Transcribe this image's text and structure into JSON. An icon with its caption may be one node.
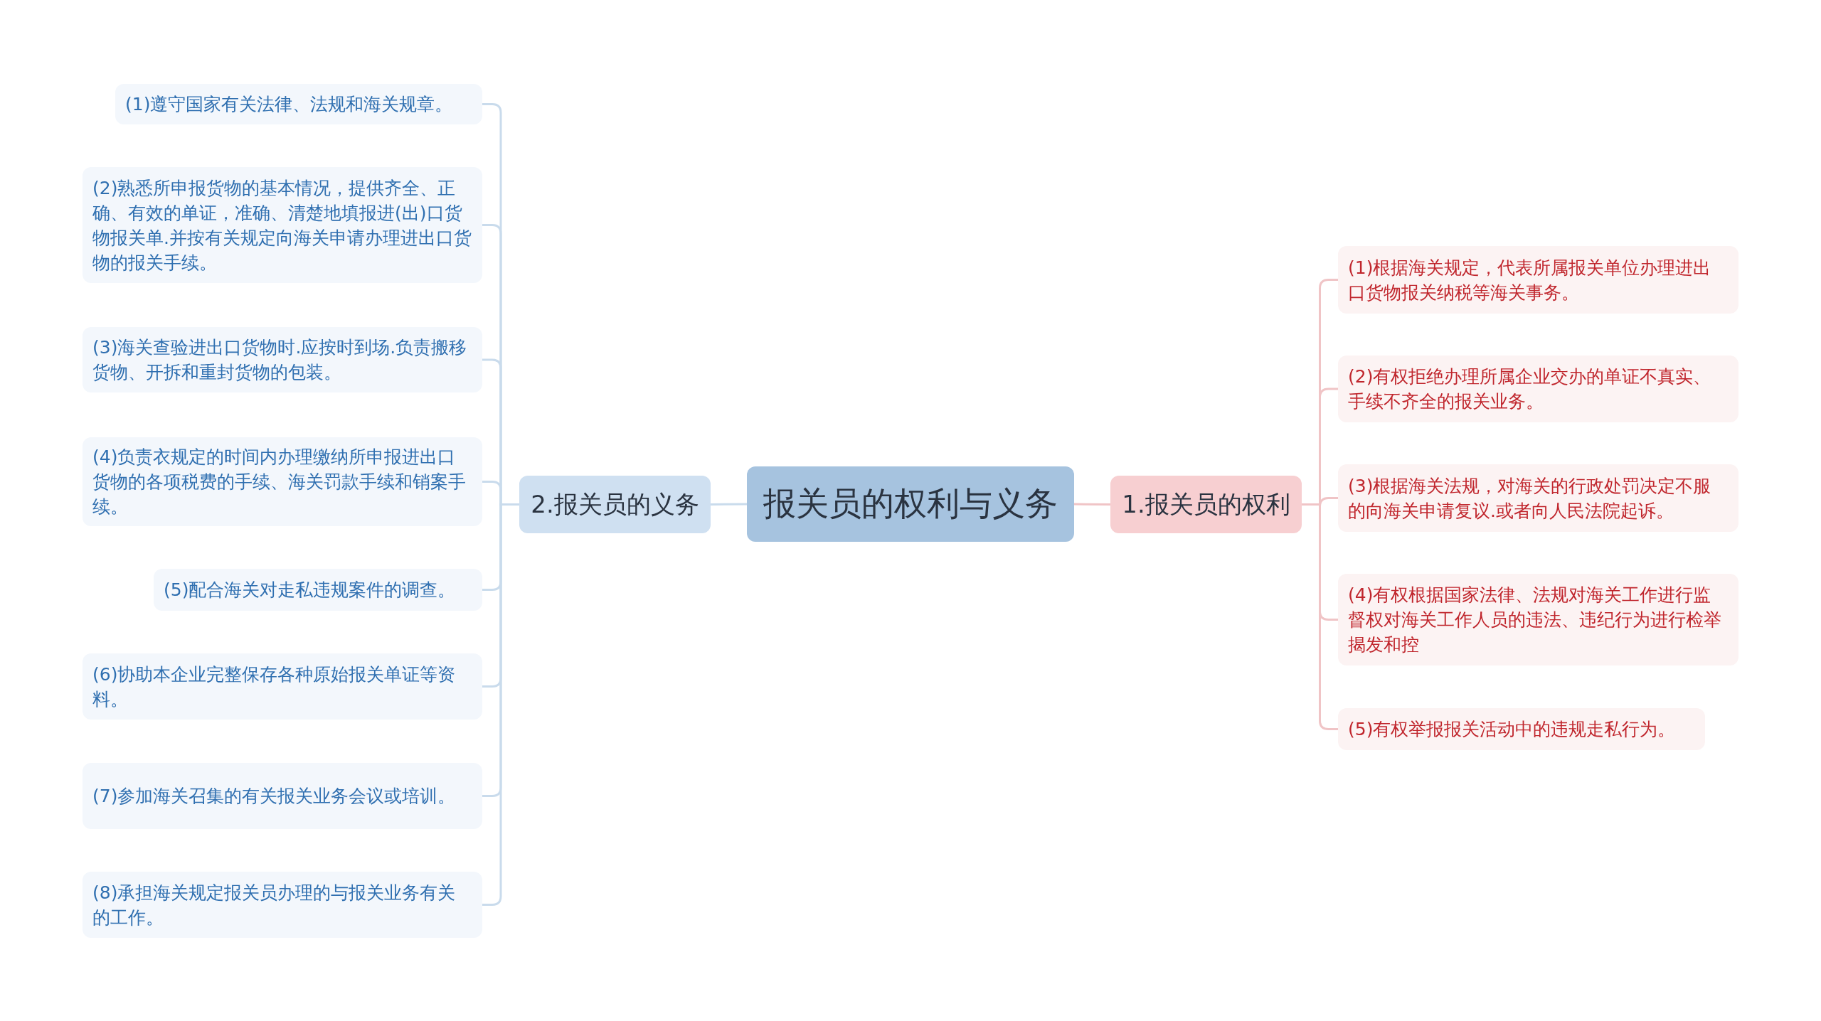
{
  "diagram": {
    "nodes": [
      {
        "text": [
          "报关员的权利与义务"
        ]
      },
      {
        "text": [
          "2.报关员的义务"
        ]
      },
      {
        "text": [
          "(1)遵守国家有关法律、法规和海关规章。"
        ]
      },
      {
        "text": [
          "(2)熟悉所申报货物的基本情况，提供齐全、正确、有效的单证，准确、清楚地填报进(出)口货物报关单.并按有关规定向海关申请办理进出口货物的报关手续。"
        ]
      },
      {
        "text": [
          "(3)海关查验进出口货物时.应按时到场.负责搬移货物、开拆和重封货物的包装。"
        ]
      },
      {
        "text": [
          "(4)负责衣规定的时间内办理缴纳所申报进出口货物的各项税费的手续、海关罚款手续和销案手续。"
        ]
      },
      {
        "text": [
          "(5)配合海关对走私违规案件的调查。"
        ]
      },
      {
        "text": [
          "(6)协助本企业完整保存各种原始报关单证等资料。"
        ]
      },
      {
        "text": [
          "(7)参加海关召集的有关报关业务会议或培训。"
        ]
      },
      {
        "text": [
          "(8)承担海关规定报关员办理的与报关业务有关的工作。"
        ]
      },
      {
        "text": [
          "1.报关员的权利"
        ]
      },
      {
        "text": [
          "(1)根据海关规定，代表所属报关单位办理进出口货物报关纳税等海关事务。"
        ]
      },
      {
        "text": [
          "(2)有权拒绝办理所属企业交办的单证不真实、手续不齐全的报关业务。"
        ]
      },
      {
        "text": [
          "(3)根据海关法规，对海关的行政处罚决定不服的向海关申请复议.或者向人民法院起诉。"
        ]
      },
      {
        "text": [
          "(4)有权根据国家法律、法规对海关工作进行监督权对海关工作人员的违法、违纪行为进行检举揭发和控"
        ]
      },
      {
        "text": [
          "(5)有权举报报关活动中的违规走私行为。"
        ]
      }
    ],
    "edges": [
      {
        "from": 0,
        "to": 1,
        "arrow": "none"
      },
      {
        "from": 1,
        "to": 2,
        "arrow": "none"
      },
      {
        "from": 1,
        "to": 3,
        "arrow": "none"
      },
      {
        "from": 1,
        "to": 4,
        "arrow": "none"
      },
      {
        "from": 1,
        "to": 5,
        "arrow": "none"
      },
      {
        "from": 1,
        "to": 6,
        "arrow": "none"
      },
      {
        "from": 1,
        "to": 7,
        "arrow": "none"
      },
      {
        "from": 1,
        "to": 8,
        "arrow": "none"
      },
      {
        "from": 1,
        "to": 9,
        "arrow": "none"
      },
      {
        "from": 0,
        "to": 10,
        "arrow": "none",
        "color": "#f0c4c6"
      },
      {
        "from": 10,
        "to": 11,
        "arrow": "none",
        "color": "#f0c4c6"
      },
      {
        "from": 10,
        "to": 12,
        "arrow": "none",
        "color": "#f0c4c6"
      },
      {
        "from": 10,
        "to": 13,
        "arrow": "none",
        "color": "#f0c4c6"
      },
      {
        "from": 10,
        "to": 14,
        "arrow": "none",
        "color": "#f0c4c6"
      },
      {
        "from": 10,
        "to": 15,
        "arrow": "none",
        "color": "#f0c4c6"
      }
    ]
  }
}
